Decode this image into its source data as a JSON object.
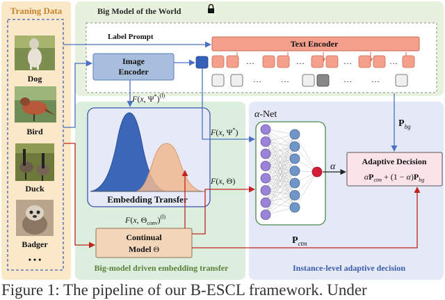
{
  "training_data": {
    "title": "Traning Data",
    "items": [
      {
        "label": "Dog",
        "icon": "dog-photo"
      },
      {
        "label": "Bird",
        "icon": "bird-photo"
      },
      {
        "label": "Duck",
        "icon": "duck-photo"
      },
      {
        "label": "Badger",
        "icon": "badger-photo"
      }
    ],
    "more": "• • •"
  },
  "big_model": {
    "title": "Big Model of the World",
    "lock_icon": "lock-icon",
    "label_prompt": "Label Prompt",
    "text_encoder": "Text Encoder",
    "image_encoder_line1": "Image",
    "image_encoder_line2": "Encoder",
    "dots": "···"
  },
  "embedding_transfer": {
    "region_label": "Big-model driven embedding transfer",
    "box_label": "Embedding Transfer",
    "f_psi_l": "F(x, Ψ*)(l)",
    "f_theta_conv_l": "F(x, Θconv)(l)",
    "continual_line1": "Continual",
    "continual_line2": "Model Θ"
  },
  "adaptive": {
    "region_label": "Instance-level adaptive decision",
    "alpha_net": "α-Net",
    "f_psi": "F(x, Ψ*)",
    "f_theta": "F(x, Θ)",
    "alpha": "α",
    "p_bg": "Pbg",
    "p_ctm": "Pctm",
    "decision_title": "Adaptive Decision",
    "decision_formula": "αPctm + (1 − α)Pbg"
  },
  "caption": "Figure 1: The pipeline of our B-ESCL framework. Under",
  "colors": {
    "left_panel": "#fbe8c9",
    "big_model_panel": "#e8f1dd",
    "embedding_panel": "#dceedd",
    "adaptive_panel": "#e4e8f7",
    "text_encoder": "#f4a08c",
    "image_encoder": "#a8bedd",
    "continual_model": "#f3d6ba",
    "decision": "#fbe3ea",
    "arrow_blue": "#4a70c4",
    "arrow_red": "#c0241c",
    "node_purple": "#9a84d8",
    "node_blue": "#6f96c7",
    "node_red": "#d21c3a",
    "curve_blue": "#3b67b8",
    "curve_orange": "#f0b890"
  }
}
